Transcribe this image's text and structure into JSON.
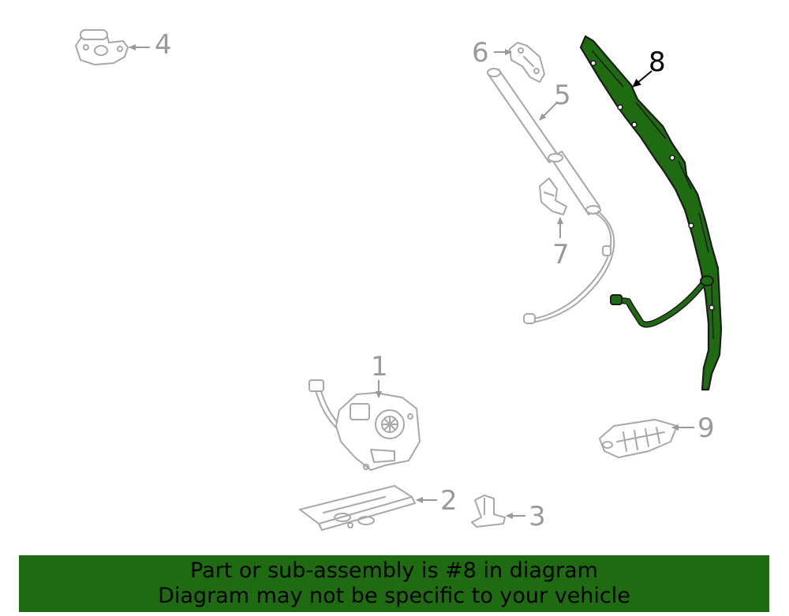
{
  "colors": {
    "highlight": "#1f6b12",
    "banner": "#1f6b12",
    "part_outline": "#a8a8a8",
    "callout_gray": "#9a9a9a"
  },
  "callouts": {
    "c1": "1",
    "c2": "2",
    "c3": "3",
    "c4": "4",
    "c5": "5",
    "c6": "6",
    "c7": "7",
    "c8": "8",
    "c9": "9"
  },
  "highlighted_part": "8",
  "banner": {
    "line1": "Part or sub-assembly is #8 in diagram",
    "line2": "Diagram may not be specific to your vehicle"
  }
}
